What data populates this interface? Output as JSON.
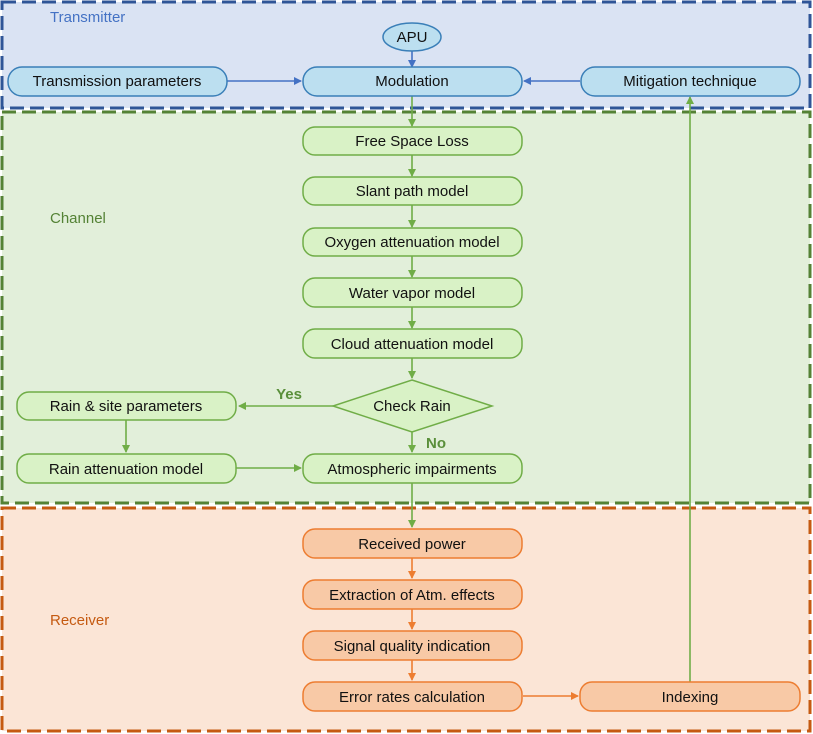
{
  "regions": {
    "transmitter": {
      "label": "Transmitter",
      "color": "#4472c4",
      "fill": "#dae3f3"
    },
    "channel": {
      "label": "Channel",
      "color": "#548235",
      "fill": "#e2efda"
    },
    "receiver": {
      "label": "Receiver",
      "color": "#c55a11",
      "fill": "#fbe5d6"
    }
  },
  "nodes": {
    "apu": "APU",
    "transmission_parameters": "Transmission parameters",
    "modulation": "Modulation",
    "mitigation_technique": "Mitigation technique",
    "free_space_loss": "Free Space Loss",
    "slant_path_model": "Slant path model",
    "oxygen_attenuation_model": "Oxygen attenuation model",
    "water_vapor_model": "Water vapor model",
    "cloud_attenuation_model": "Cloud attenuation model",
    "check_rain": "Check Rain",
    "rain_site_parameters": "Rain & site parameters",
    "rain_attenuation_model": "Rain attenuation model",
    "atmospheric_impairments": "Atmospheric impairments",
    "received_power": "Received power",
    "extraction_atm_effects": "Extraction of Atm. effects",
    "signal_quality_indication": "Signal quality indication",
    "error_rates_calculation": "Error rates calculation",
    "indexing": "Indexing"
  },
  "edge_labels": {
    "yes": "Yes",
    "no": "No"
  },
  "colors": {
    "blue_node_fill": "#bcdff0",
    "blue_node_stroke": "#3a7fb8",
    "blue_arrow": "#4472c4",
    "green_node_fill": "#d9f2c6",
    "green_node_stroke": "#70ad47",
    "green_arrow": "#70ad47",
    "orange_node_fill": "#f8c9a6",
    "orange_node_stroke": "#ed7d31",
    "orange_arrow": "#ed7d31"
  }
}
